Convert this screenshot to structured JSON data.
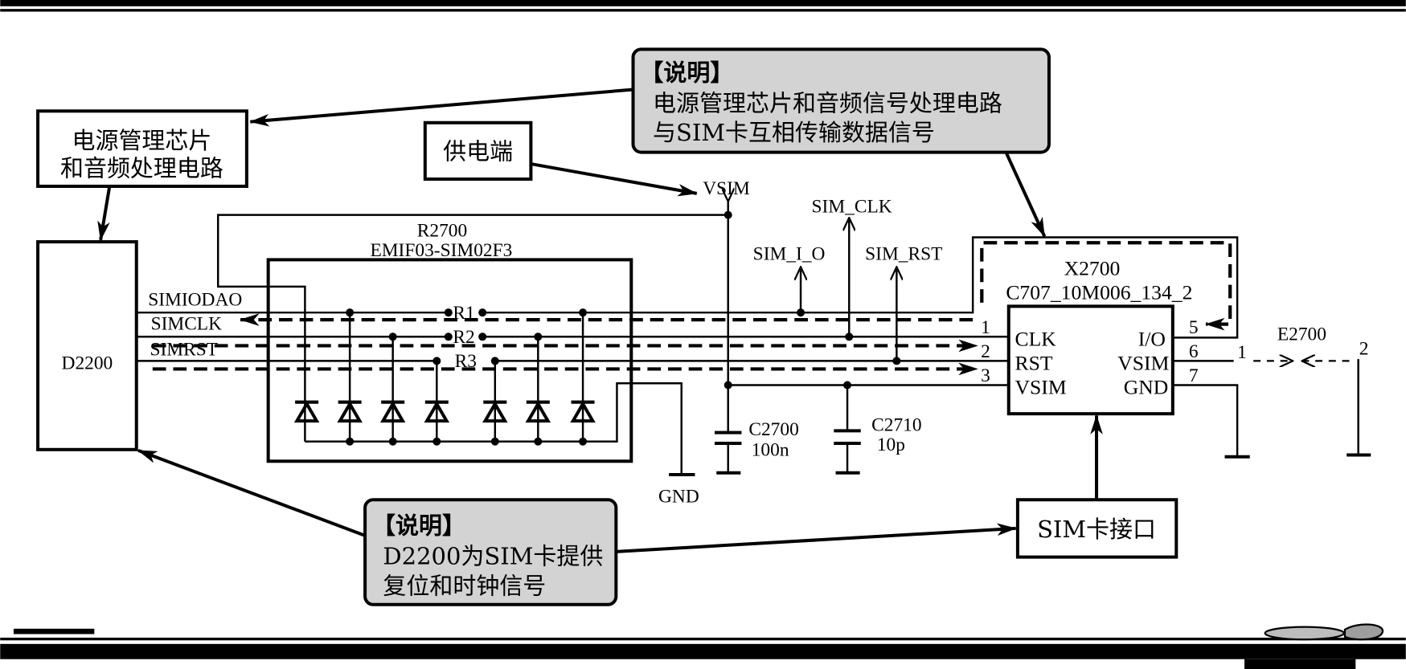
{
  "diagram": {
    "power_box": {
      "line1": "电源管理芯片",
      "line2": "和音频处理电路"
    },
    "supply_box": {
      "label": "供电端"
    },
    "note_top": {
      "heading": "【说明】",
      "line1": "电源管理芯片和音频信号处理电路",
      "line2": "与SIM卡互相传输数据信号"
    },
    "note_bottom": {
      "heading": "【说明】",
      "line1": "D2200为SIM卡提供",
      "line2": "复位和时钟信号"
    },
    "sim_interface_box": {
      "label": "SIM卡接口"
    },
    "d2200": {
      "label": "D2200",
      "signals": [
        "SIMIODAO",
        "SIMCLK",
        "SIMRST"
      ]
    },
    "emif": {
      "ref": "R2700",
      "part": "EMIF03-SIM02F3",
      "resistors": [
        "R1",
        "R2",
        "R3"
      ]
    },
    "nets": {
      "vsim": "VSIM",
      "sim_clk": "SIM_CLK",
      "sim_io": "SIM_I_O",
      "sim_rst": "SIM_RST",
      "gnd": "GND"
    },
    "caps": [
      {
        "ref": "C2700",
        "value": "100n"
      },
      {
        "ref": "C2710",
        "value": "10p"
      }
    ],
    "connector": {
      "ref": "X2700",
      "part": "C707_10M006_134_2",
      "left_pins": [
        {
          "num": "1",
          "name": "CLK"
        },
        {
          "num": "2",
          "name": "RST"
        },
        {
          "num": "3",
          "name": "VSIM"
        }
      ],
      "right_pins": [
        {
          "num": "5",
          "name": "I/O"
        },
        {
          "num": "6",
          "name": "VSIM"
        },
        {
          "num": "7",
          "name": "GND"
        }
      ]
    },
    "spark_gap": {
      "ref": "E2700",
      "pin1": "1",
      "pin2": "2"
    }
  },
  "colors": {
    "callout_fill": "#d3d3d3",
    "ink": "#000000",
    "background": "#ffffff"
  }
}
